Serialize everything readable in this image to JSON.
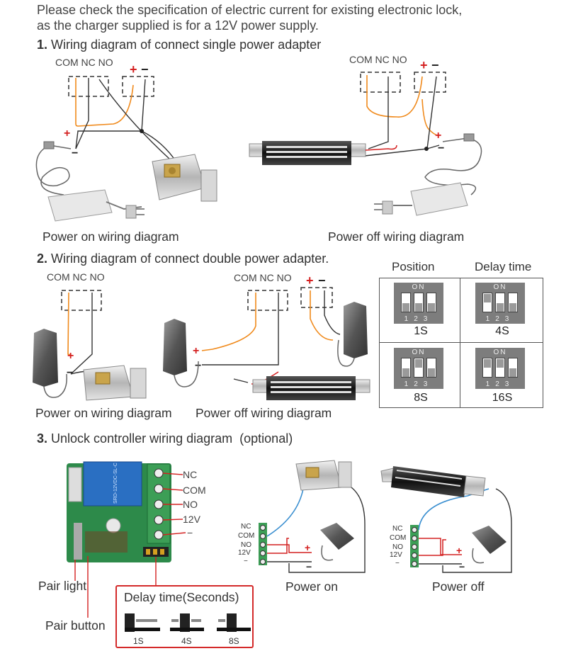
{
  "intro": {
    "line1": "Please check the specification of electric current for existing electronic lock,",
    "line2": "as the charger supplied is for a 12V power supply."
  },
  "section1": {
    "number": "1.",
    "title": "Wiring diagram of connect single power adapter",
    "left_terminals": "COM NC NO",
    "right_terminals": "COM NC NO",
    "plus": "+",
    "minus": "−",
    "left_caption": "Power on wiring diagram",
    "right_caption": "Power off wiring diagram"
  },
  "section2": {
    "number": "2.",
    "title": "Wiring diagram of connect double power adapter.",
    "left_terminals": "COM  NC  NO",
    "right_terminals": "COM  NC  NO",
    "left_caption": "Power on wiring diagram",
    "right_caption": "Power off wiring diagram",
    "table": {
      "col_position": "Position",
      "col_delay": "Delay time",
      "on_label": "ON",
      "numbers": "123",
      "cells": [
        {
          "delay": "1S"
        },
        {
          "delay": "4S"
        },
        {
          "delay": "8S"
        },
        {
          "delay": "16S"
        }
      ]
    }
  },
  "section3": {
    "number": "3.",
    "title": "Unlock controller wiring diagram",
    "optional": "(optional)",
    "terminals": [
      "NC",
      "COM",
      "NO",
      "12V",
      "−"
    ],
    "mini_terminals": [
      "NC",
      "COM",
      "NO",
      "12V",
      "−"
    ],
    "pair_light": "Pair light",
    "pair_button": "Pair button",
    "delay_title": "Delay time(Seconds)",
    "delay_options": [
      "1S",
      "4S",
      "8S"
    ],
    "power_on": "Power on",
    "power_off": "Power off"
  },
  "colors": {
    "orange_wire": "#f08a1c",
    "dark_wire": "#333333",
    "red_mark": "#d42020",
    "blue_wire": "#3a8fd0",
    "highlight_box": "#d42a2a"
  }
}
